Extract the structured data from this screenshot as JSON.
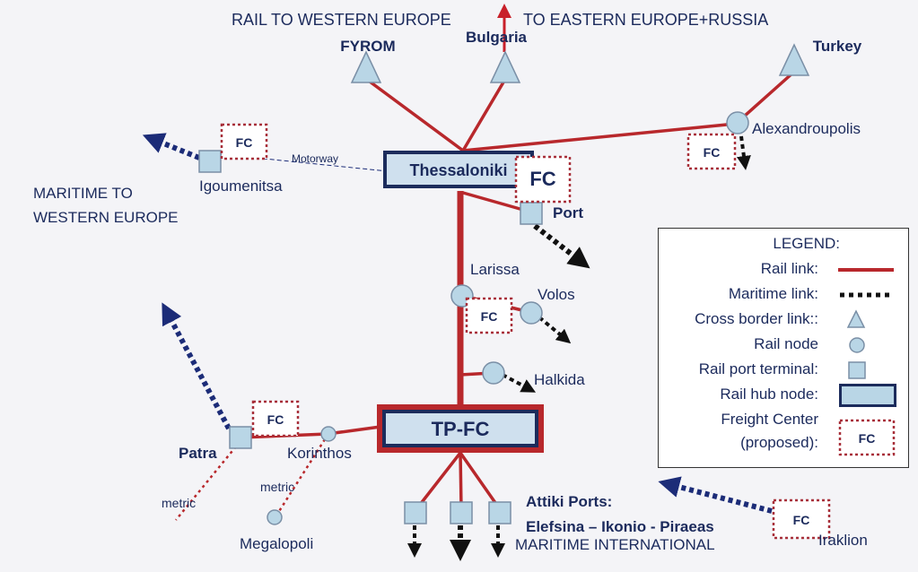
{
  "colors": {
    "rail": "#b8282c",
    "maritime": "#1c2c78",
    "node_fill": "#b9d6e6",
    "node_stroke": "#7a8fa6",
    "fc_border": "#a8303a",
    "text": "#1b2a5c",
    "arrow_red": "#c8202a"
  },
  "header": {
    "rail_west": "RAIL TO WESTERN EUROPE",
    "rail_east": "TO EASTERN EUROPE+RUSSIA"
  },
  "border_points": {
    "fyrom": "FYROM",
    "bulgaria": "Bulgaria",
    "turkey": "Turkey"
  },
  "hubs": {
    "thessaloniki": "Thessaloniki",
    "tpfc": "TP-FC"
  },
  "fc_label": "FC",
  "places": {
    "alexandroupolis": "Alexandroupolis",
    "igoumenitsa": "Igoumenitsa",
    "motorway": "Motorway",
    "port": "Port",
    "larissa": "Larissa",
    "volos": "Volos",
    "halkida": "Halkida",
    "patra": "Patra",
    "korinthos": "Korinthos",
    "metric_1": "metric",
    "metric_2": "metric",
    "megalopoli": "Megalopoli",
    "iraklion": "Iraklion",
    "attiki_ports": "Attiki Ports:",
    "attiki_list": "Elefsina – Ikonio - Piraeas",
    "maritime_intl": "MARITIME INTERNATIONAL",
    "maritime_west_1": "MARITIME TO",
    "maritime_west_2": "WESTERN EUROPE"
  },
  "legend": {
    "title": "LEGEND:",
    "rail_link": "Rail link:",
    "maritime_link": "Maritime link:",
    "cross_border": "Cross border link::",
    "rail_node": "Rail node",
    "rail_port": "Rail port terminal:",
    "rail_hub": "Rail hub node:",
    "freight_center_1": "Freight Center",
    "freight_center_2": "(proposed):"
  }
}
